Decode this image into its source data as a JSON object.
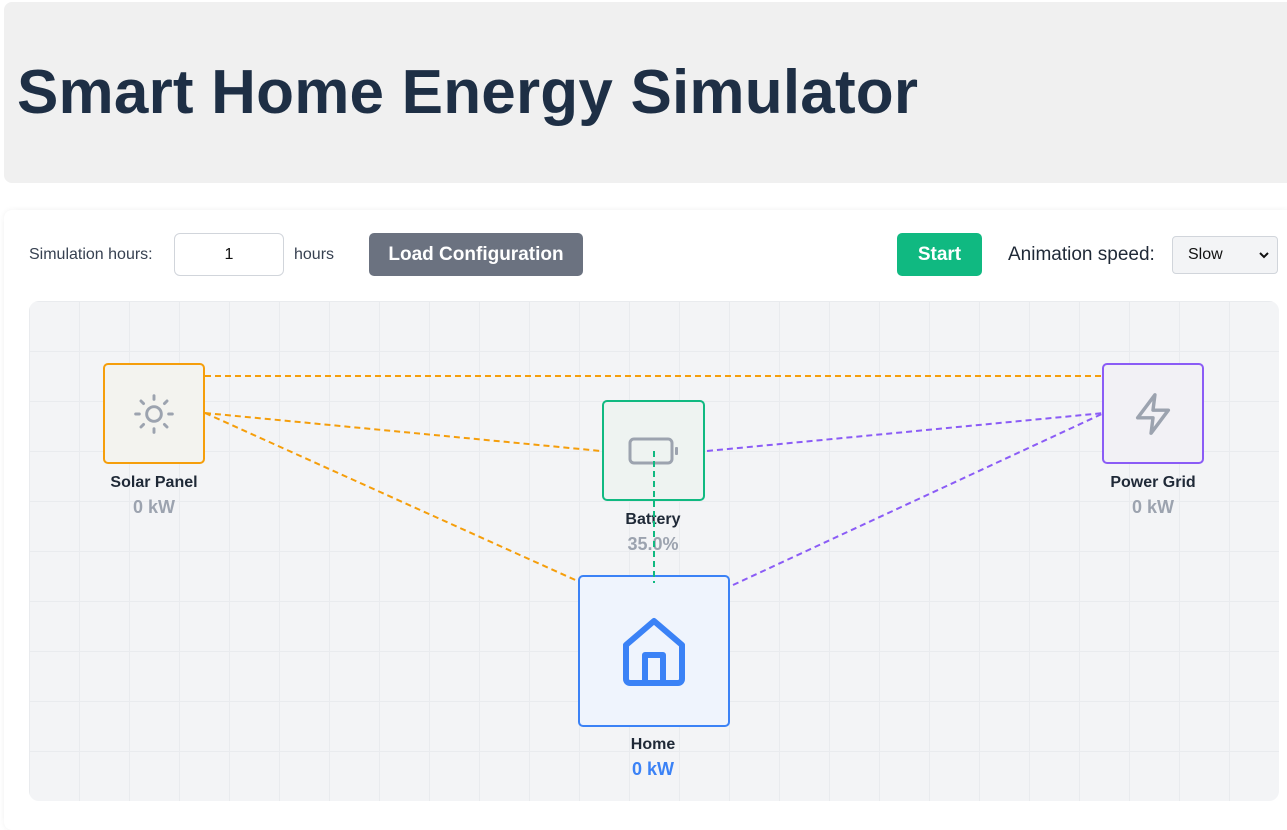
{
  "header": {
    "title": "Smart Home Energy Simulator"
  },
  "controls": {
    "sim_hours_label": "Simulation hours:",
    "sim_hours_value": "1",
    "hours_unit": "hours",
    "load_button": "Load Configuration",
    "start_button": "Start",
    "speed_label": "Animation speed:",
    "speed_selected": "Slow"
  },
  "nodes": {
    "solar": {
      "label": "Solar Panel",
      "value": "0 kW",
      "icon": "sun-icon",
      "color": "#f59e0b"
    },
    "battery": {
      "label": "Battery",
      "value": "35.0%",
      "icon": "battery-icon",
      "color": "#10b981"
    },
    "grid": {
      "label": "Power Grid",
      "value": "0 kW",
      "icon": "lightning-icon",
      "color": "#8b5cf6"
    },
    "home": {
      "label": "Home",
      "value": "0 kW",
      "icon": "home-icon",
      "color": "#3b82f6"
    }
  },
  "colors": {
    "title": "#1e2f45",
    "load_button_bg": "#6b7280",
    "start_button_bg": "#10b981",
    "canvas_bg": "#f3f4f6",
    "solar_line": "#f59e0b",
    "grid_line": "#8b5cf6",
    "battery_line": "#10b981",
    "home_value": "#3b82f6"
  }
}
